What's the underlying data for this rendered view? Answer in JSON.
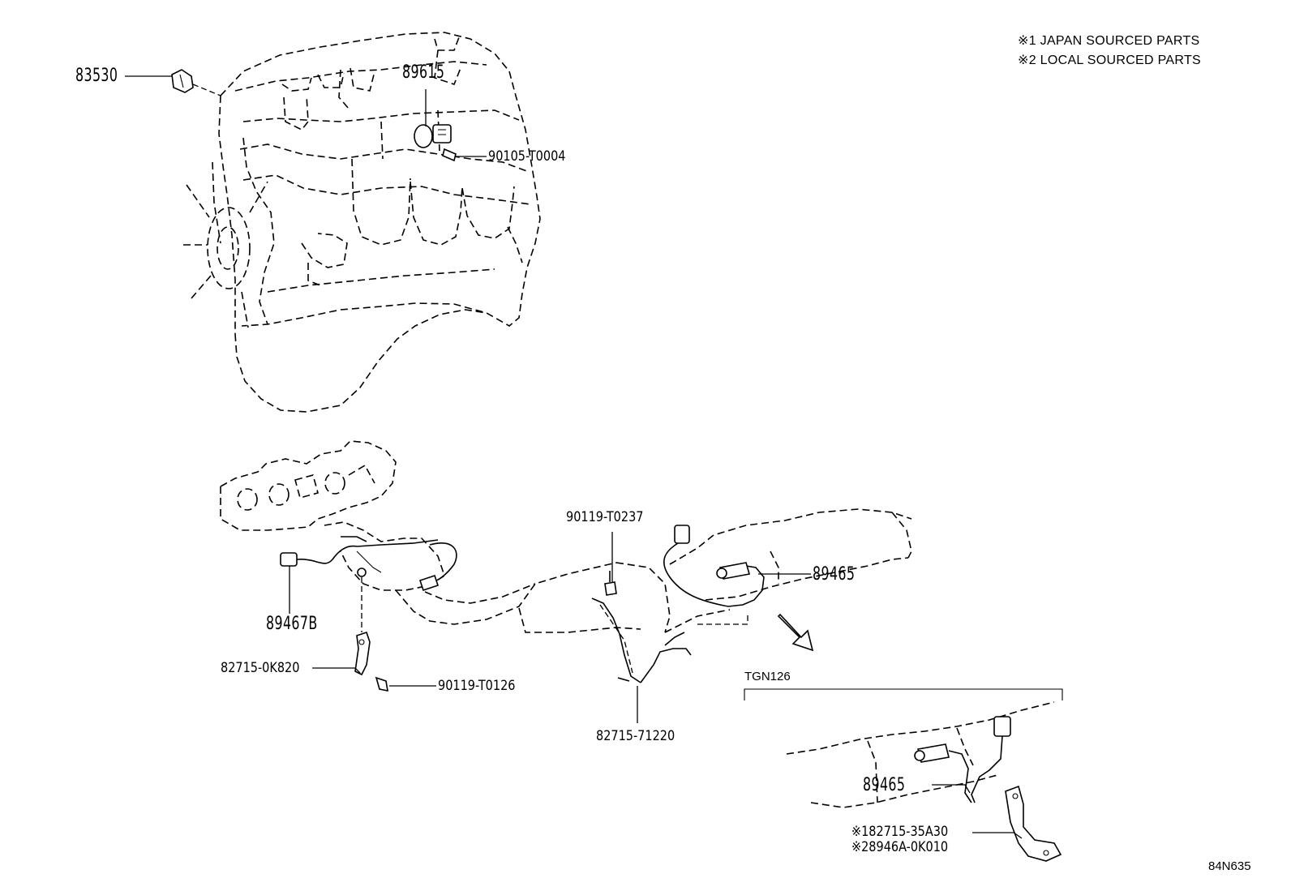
{
  "notes": [
    "※1 JAPAN SOURCED PARTS",
    "※2 LOCAL SOURCED PARTS"
  ],
  "drawing_code": "84N635",
  "variant_label": "TGN126",
  "parts": {
    "p83530": "83530",
    "p89615": "89615",
    "p90105": "90105-T0004",
    "p90119_t0237": "90119-T0237",
    "p89465_main": "89465",
    "p89467b": "89467B",
    "p82715_0k820": "82715-0K820",
    "p90119_t0126": "90119-T0126",
    "p82715_71220": "82715-71220",
    "p89465_inset": "89465",
    "p82715_35a30": "※182715-35A30",
    "p8946a_0k010": "※28946A-0K010"
  }
}
